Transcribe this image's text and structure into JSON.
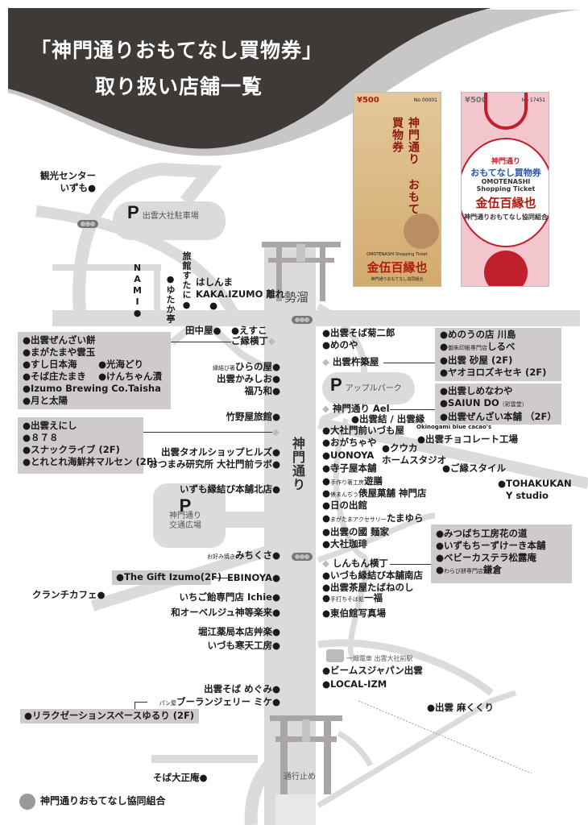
{
  "header": {
    "title_line1": "「神門通りおもてなし買物券」",
    "title_line2": "取り扱い店舗一覧"
  },
  "tickets": [
    {
      "value": "¥500",
      "number": "No 00001",
      "title": "神門通り おもてなし買物券",
      "subtitle": "OMOTENASHI Shopping Ticket",
      "amount": "金伍百縁也",
      "issuer": "神門通りおもてなし協同組合"
    },
    {
      "value": "¥500",
      "number": "No 17451",
      "title_top": "神門通り",
      "title": "おもてなし買物券",
      "subtitle": "OMOTENASHI Shopping Ticket",
      "amount": "金伍百縁也",
      "issuer": "神門通りおもてなし協同組合"
    }
  ],
  "landmarks": {
    "tourist_center": [
      "観光センター",
      "いずも●"
    ],
    "parking_main": {
      "icon": "P",
      "label": "出雲大社駐車場"
    },
    "seidamari": "勢溜",
    "apple_park": {
      "icon": "P",
      "label": "アップルパーク"
    },
    "plaza": {
      "icon": "P",
      "line1": "神門通り",
      "line2": "交通広場"
    },
    "street_name": "神門通り",
    "station": "一畑電車 出雲大社前駅",
    "closed": "通行止め",
    "footer": "神門通りおもてなし協同組合"
  },
  "top_area": {
    "nami": "NAMI",
    "sutani": "旅館すたに",
    "yutaka": "ゆたか亭",
    "hashinma": "はしんま",
    "kaka": "KAKA.IZUMO 離れ"
  },
  "left_side": [
    {
      "name": "田中屋●"
    },
    {
      "name": "●えすこ"
    },
    {
      "name": "ご縁横丁"
    },
    {
      "prefix": "縁結び箸",
      "name": "ひらの屋●"
    },
    {
      "name": "出雲かみしお●"
    },
    {
      "name": "福乃和●"
    },
    {
      "name": "竹野屋旅館●"
    },
    {
      "name": "出雲タオルショップヒルズ●"
    },
    {
      "name": "おつまみ研究所 大社門前ラボ●"
    },
    {
      "name": "いずも縁結び本舗北店●"
    },
    {
      "prefix": "お好み焼き",
      "name": "みちくさ●"
    },
    {
      "name": "EBINOYA●"
    },
    {
      "name": "クランチカフェ●"
    },
    {
      "name": "いちご飴専門店 Ichie●"
    },
    {
      "name": "和オーベルジュ神等楽来●"
    },
    {
      "name": "堀江薬局本店艸楽●"
    },
    {
      "name": "いづも寒天工房●"
    },
    {
      "name": "出雲そば めぐみ●"
    },
    {
      "prefix": "パン屋",
      "name": "ブーランジェリー ミケ●"
    },
    {
      "name": "そば大正庵●"
    }
  ],
  "left_groups": [
    [
      "●出雲ぜんざい餅",
      "●まがたまや雲玉",
      "●すし日本海",
      "●光海どり",
      "●そば庄たまき",
      "●けんちゃん漬",
      "●Izumo Brewing Co.Taisha",
      "●月と太陽"
    ],
    [
      "●出雲えにし",
      "●８７８",
      "●スナックライブ (2F)",
      "●とれとれ海鮮丼マルセン (2F)"
    ],
    [
      "●The Gift Izumo(2F)"
    ],
    [
      "●リラクゼーションスペースゆるり (2F)"
    ]
  ],
  "right_side": [
    {
      "name": "●出雲そば菊二郎"
    },
    {
      "name": "●めのや"
    },
    {
      "name": "出雲杵築屋"
    },
    {
      "name": "神門通り Ael"
    },
    {
      "name": "●出雲結 / 出雲縁"
    },
    {
      "name": "●大社門前いづも屋"
    },
    {
      "prefix": "Okinogami blue cacao's",
      "name": "●出雲チョコレート工場"
    },
    {
      "name": "●おがちゃや"
    },
    {
      "name": "●クウカ",
      "line2": "ホームスタジオ"
    },
    {
      "name": "●UONOYA"
    },
    {
      "name": "●寺子屋本舗"
    },
    {
      "name": "●ご縁スタイル"
    },
    {
      "prefix": "手作り箸工房",
      "name": "遊膳"
    },
    {
      "name": "●TOHAKUKAN",
      "line2": "Y studio"
    },
    {
      "prefix": "俵まんぢう",
      "name": "俵屋菓舗 神門店"
    },
    {
      "name": "●日の出館"
    },
    {
      "prefix": "まがたまアクセサリー",
      "name": "たまゆら"
    },
    {
      "name": "●出雲の國 麺家"
    },
    {
      "name": "●大社珈琲"
    },
    {
      "name": "しんもん横丁"
    },
    {
      "name": "●いづも縁結び本舗南店"
    },
    {
      "name": "●出雲茶屋たばねのし"
    },
    {
      "prefix": "手打ちそば処",
      "name": "一福"
    },
    {
      "name": "●東伯館写真場"
    },
    {
      "name": "●ビームスジャパン出雲"
    },
    {
      "name": "●LOCAL-IZM"
    },
    {
      "name": "●出雲 麻くくり"
    }
  ],
  "right_groups": [
    [
      {
        "name": "●めのうの店 川島"
      },
      {
        "prefix": "御朱印帳専門店",
        "name": "しるべ"
      },
      {
        "name": "●出雲 砂屋 (2F)"
      },
      {
        "name": "●ヤオヨロズキセキ (2F)"
      }
    ],
    [
      {
        "name": "●出雲しめなわや"
      },
      {
        "name": "●SAIUN DO",
        "suffix": "（彩雲堂）"
      },
      {
        "name": "●出雲ぜんざい本舗 （2F）"
      }
    ],
    [
      {
        "name": "●みつばち工房花の道"
      },
      {
        "name": "●いずもちーずけーき本舗"
      },
      {
        "name": "●ベビーカステラ松露庵"
      },
      {
        "prefix": "わらび餅専門店",
        "name": "鎌倉"
      }
    ]
  ],
  "colors": {
    "header": "#3d3a38",
    "road": "#dcdbdb",
    "box": "#cfcbcb",
    "torii": "#a9a6a5"
  }
}
